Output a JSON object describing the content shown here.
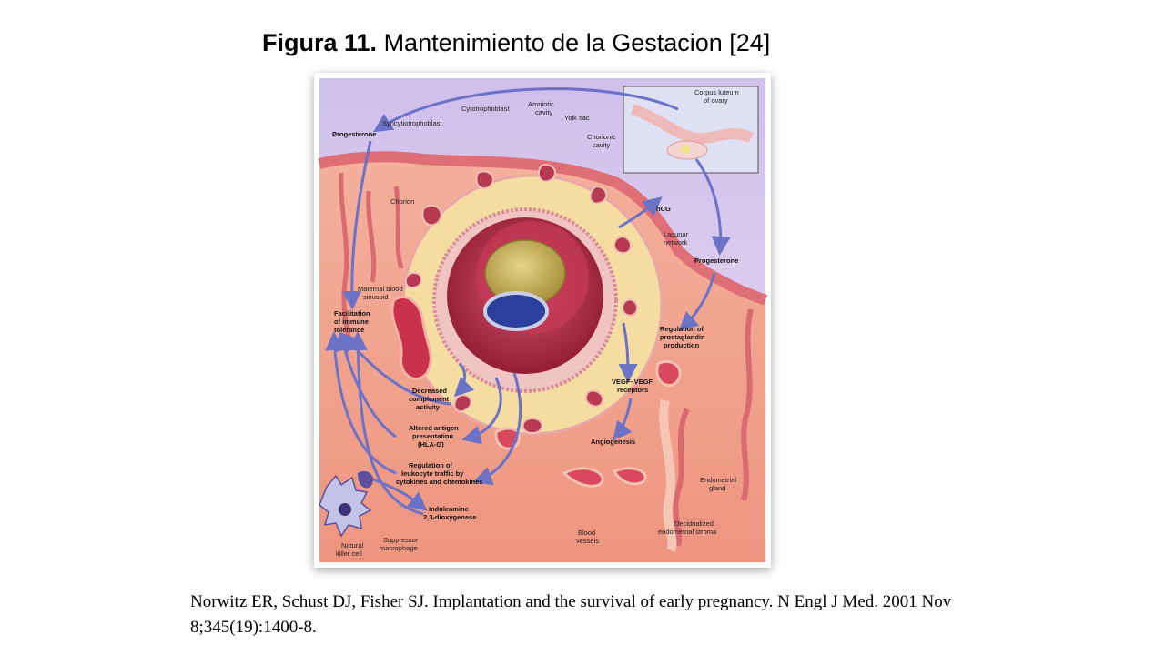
{
  "slide": {
    "title_bold": "Figura 11.",
    "title_rest": " Mantenimiento de la Gestacion [24]",
    "citation": "Norwitz ER, Schust DJ, Fisher SJ. Implantation and the survival of early pregnancy. N Engl J Med. 2001 Nov 8;345(19):1400-8."
  },
  "figure": {
    "labels": {
      "corpus_luteum": [
        "Corpus luteum",
        "of ovary"
      ],
      "progesterone_top": "Progesterone",
      "syncytiotrophoblast": "Syncytiotrophoblast",
      "cytotrophoblast": "Cytotrophoblast",
      "amniotic_cavity": [
        "Amniotic",
        "cavity"
      ],
      "yolk_sac": "Yolk sac",
      "chorionic_cavity": [
        "Chorionic",
        "cavity"
      ],
      "chorion": "Chorion",
      "hcg": "hCG",
      "lacunar_network": [
        "Lacunar",
        "network"
      ],
      "progesterone_right": "Progesterone",
      "maternal_blood_sinusoid": [
        "Maternal blood",
        "sinusoid"
      ],
      "facilitation": [
        "Facilitation",
        "of immune",
        "tolerance"
      ],
      "regulation_prostaglandin": [
        "Regulation of",
        "prostaglandin",
        "production"
      ],
      "decreased_complement": [
        "Decreased",
        "complement",
        "activity"
      ],
      "vegf": [
        "VEGF–VEGF",
        "receptors"
      ],
      "altered_antigen": [
        "Altered antigen",
        "presentation",
        "(HLA-G)"
      ],
      "angiogenesis": "Angiogenesis",
      "regulation_leukocyte": [
        "Regulation of",
        "leukocyte traffic by",
        "cytokines and chemokines"
      ],
      "endometrial_gland": [
        "Endometrial",
        "gland"
      ],
      "indoleamine": [
        "Indoleamine",
        "2,3-dioxygenase"
      ],
      "blood_vessels": [
        "Blood",
        "vessels"
      ],
      "decidualized_stroma": [
        "Decidualized",
        "endometrial stroma"
      ],
      "natural_killer": [
        "Natural",
        "killer cell"
      ],
      "suppressor_macrophage": [
        "Suppressor",
        "macrophage"
      ]
    },
    "colors": {
      "sky": "#d9cbea",
      "stroma": "#f2a592",
      "epithelium": "#e97f7f",
      "arrow": "#6c72c6",
      "chorion": "#f5dca0",
      "cavity": "#b02a45",
      "yolk": "#c9b35c",
      "embryo_blue": "#2b3f9c"
    }
  }
}
